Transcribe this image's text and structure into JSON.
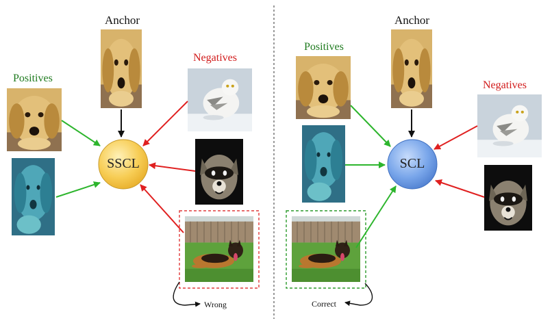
{
  "left": {
    "anchor_label": "Anchor",
    "positives_label": "Positives",
    "negatives_label": "Negatives",
    "node_label": "SSCL",
    "verdict_label": "Wrong"
  },
  "right": {
    "anchor_label": "Anchor",
    "positives_label": "Positives",
    "negatives_label": "Negatives",
    "node_label": "SCL",
    "verdict_label": "Correct"
  },
  "colors": {
    "positive": "#2db52d",
    "negative": "#e02020",
    "anchor": "#111111",
    "sscl_node": "#f6c94a",
    "scl_node": "#6f9fe6",
    "wrong_box": "#e03a3a",
    "correct_box": "#2a9a2a"
  },
  "icons": [
    "golden-retriever-photo",
    "teal-retriever-photo",
    "snowy-owl-photo",
    "raccoon-photo",
    "german-shepherd-photo"
  ]
}
